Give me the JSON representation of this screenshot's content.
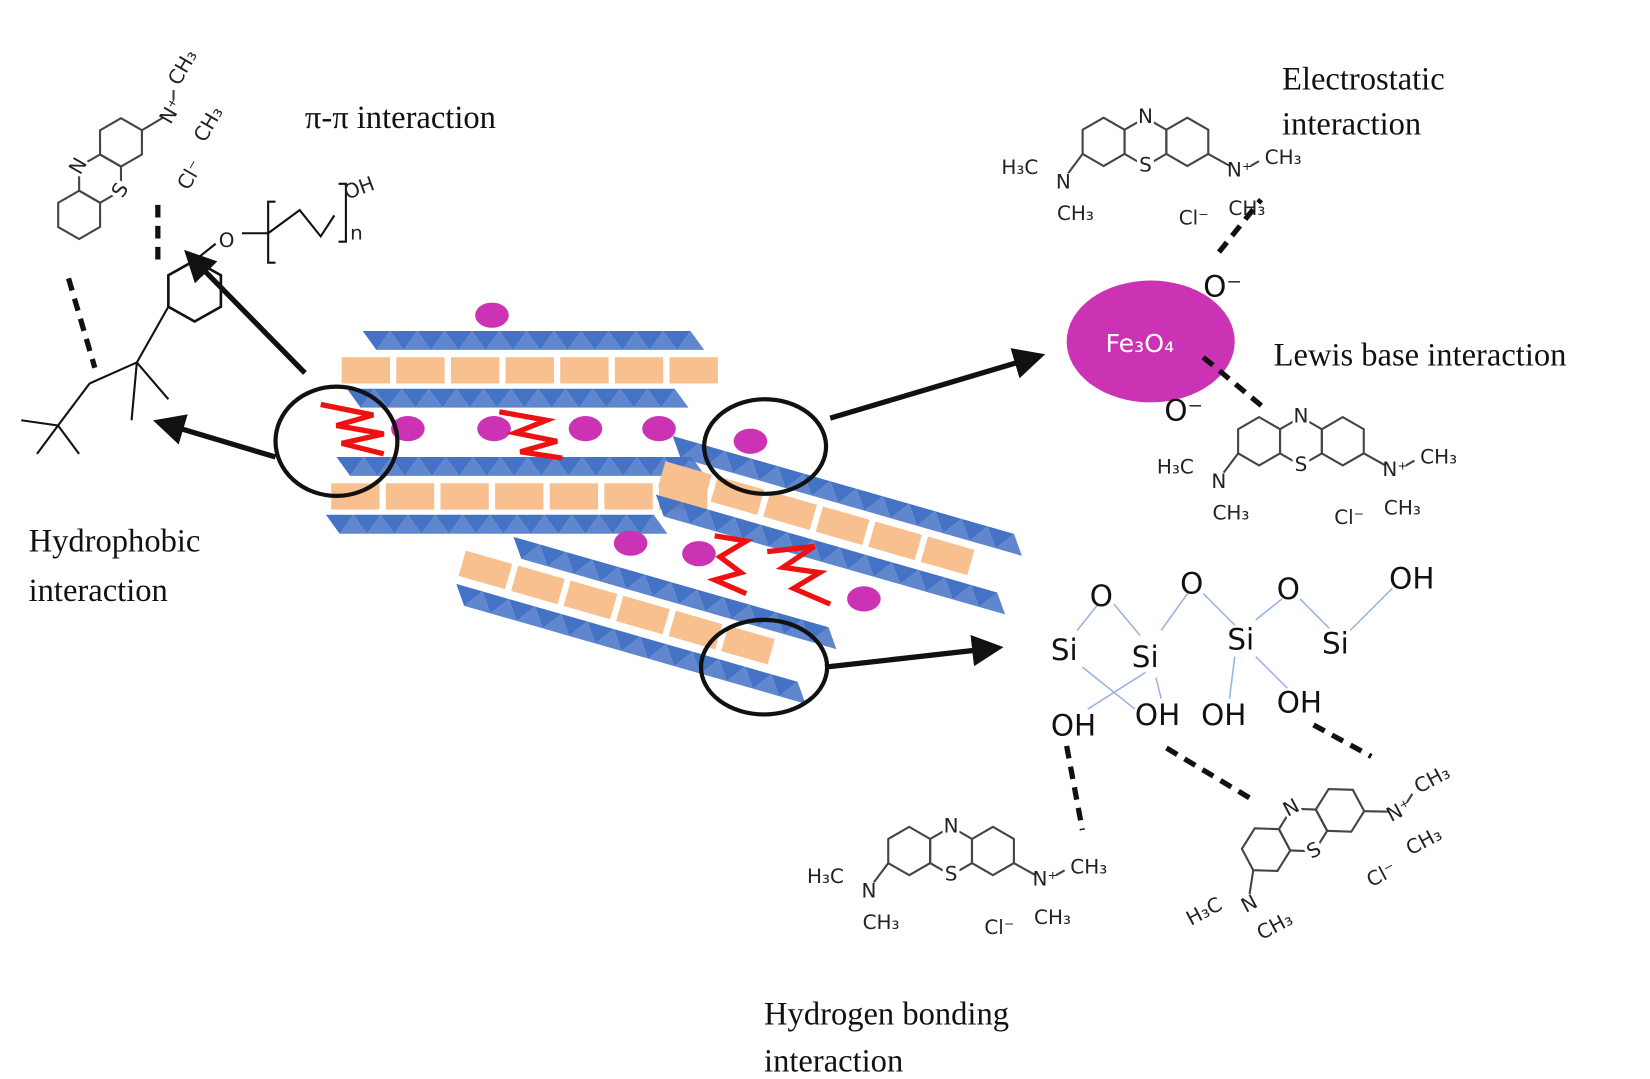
{
  "labels": {
    "pi_pi": "π-π interaction",
    "hydrophobic_1": "Hydrophobic",
    "hydrophobic_2": "interaction",
    "electrostatic_1": "Electrostatic",
    "electrostatic_2": "interaction",
    "lewis_base": "Lewis base interaction",
    "hydrogen_1": "Hydrogen bonding",
    "hydrogen_2": "interaction"
  },
  "fe3o4": {
    "label": "Fe₃O₄",
    "o_minus_top": "O⁻",
    "o_minus_bottom": "O⁻"
  },
  "methylene_blue": {
    "n_ring": "N",
    "s_ring": "S",
    "n_plus": "N⁺",
    "ch3": "CH₃",
    "h3c": "H₃C",
    "n_amine": "N",
    "chloride": "Cl⁻"
  },
  "octylphenol": {
    "o": "O",
    "oh": "OH",
    "n": "n"
  },
  "silica": {
    "si": [
      "Si",
      "Si",
      "Si",
      "Si"
    ],
    "o": [
      "O",
      "O",
      "O"
    ],
    "oh": [
      "OH",
      "OH",
      "OH",
      "OH",
      "OH"
    ]
  },
  "colors": {
    "magnetite": "#cc33b4",
    "layer_triangles": "#4472c4",
    "layer_rects": "#f8bf8f",
    "surfactant": "#ee1111"
  }
}
